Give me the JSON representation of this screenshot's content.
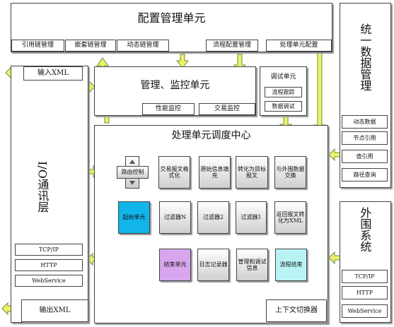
{
  "config": {
    "title": "配置管理单元",
    "tabs": [
      "引用链管理",
      "嵌套链管理",
      "动态链管理",
      "流程配置管理",
      "处理单元配置"
    ]
  },
  "io": {
    "title": "I/O通讯层",
    "input": "输入XML",
    "output": "输出XML",
    "protocols": [
      "TCP/IP",
      "HTTP",
      "WebService"
    ]
  },
  "monitor": {
    "title": "管理、监控单元",
    "items": [
      "性能监控",
      "交易监控"
    ]
  },
  "debug": {
    "title": "调试单元",
    "items": [
      "流程跟踪",
      "数据调试"
    ]
  },
  "dispatch": {
    "title": "处理单元调度中心",
    "routing": "路由控制",
    "row1": [
      "交易报文格式化",
      "原始信息填充",
      "转化为目标报文",
      "与外围数据交换"
    ],
    "row2": [
      "起始单元",
      "过滤器N",
      "过滤器2",
      "过滤器1",
      "返回报文转化为XML"
    ],
    "row3": [
      "结束单元",
      "日志记录器",
      "管理和调试信息",
      "流程结束"
    ],
    "context": "上下文切换器"
  },
  "unified": {
    "title": "统一数据管理",
    "items": [
      "动态数据",
      "节点引用",
      "值引用",
      "路径查询"
    ]
  },
  "external": {
    "title": "外围系统",
    "items": [
      "TCP/IP",
      "HTTP",
      "WebService"
    ]
  },
  "colors": {
    "start_unit": "#12b5ea",
    "end_unit": "#d7a6ee",
    "flow_end": "#b9f3f6",
    "arrow_fill": "#eef26a",
    "arrow_stroke": "#6f8f3f"
  }
}
